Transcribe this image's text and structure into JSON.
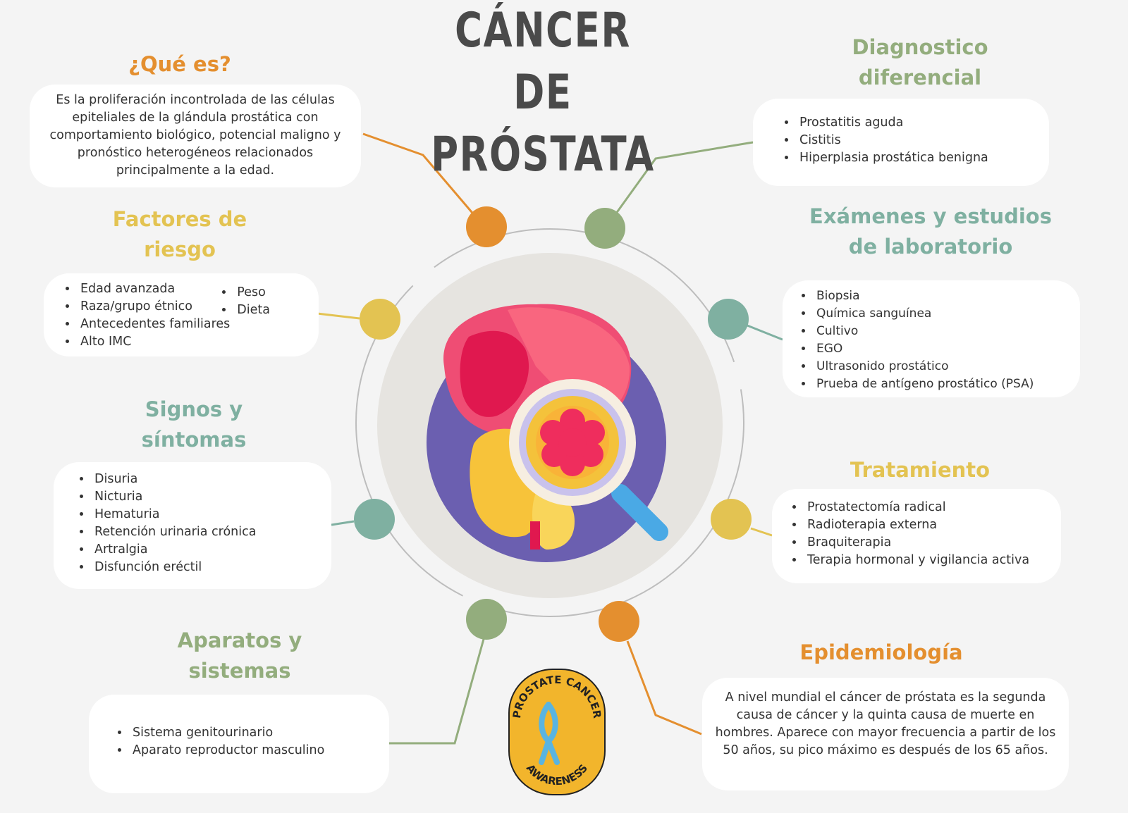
{
  "title_lines": [
    "CÁNCER",
    "DE",
    "PRÓSTATA"
  ],
  "sections": {
    "que_es": {
      "title": "¿Qué es?",
      "text": "Es la proliferación incontrolada de las células epiteliales de la glándula prostática con comportamiento biológico, potencial maligno y pronóstico heterogéneos relacionados principalmente a la edad."
    },
    "factores": {
      "title_lines": [
        "Factores de",
        "riesgo"
      ],
      "items_left": [
        "Edad avanzada",
        "Raza/grupo étnico",
        "Antecedentes familiares",
        "Alto IMC"
      ],
      "items_right": [
        "Peso",
        "Dieta"
      ]
    },
    "signos": {
      "title_lines": [
        "Signos y",
        "síntomas"
      ],
      "items": [
        "Disuria",
        "Nicturia",
        "Hematuria",
        "Retención urinaria crónica",
        "Artralgia",
        "Disfunción eréctil"
      ]
    },
    "aparatos": {
      "title_lines": [
        "Aparatos y",
        "sistemas"
      ],
      "items": [
        "Sistema genitourinario",
        "Aparato reproductor masculino"
      ]
    },
    "diagnostico": {
      "title_lines": [
        "Diagnostico",
        "diferencial"
      ],
      "items": [
        "Prostatitis aguda",
        "Cistitis",
        "Hiperplasia prostática benigna"
      ]
    },
    "examenes": {
      "title_lines": [
        "Exámenes y estudios",
        "de laboratorio"
      ],
      "items": [
        "Biopsia",
        "Química sanguínea",
        "Cultivo",
        "EGO",
        "Ultrasonido prostático",
        "Prueba de antígeno prostático (PSA)"
      ]
    },
    "tratamiento": {
      "title": "Tratamiento",
      "items": [
        "Prostatectomía radical",
        "Radioterapia externa",
        "Braquiterapia",
        "Terapia hormonal y vigilancia activa"
      ]
    },
    "epidemiologia": {
      "title": "Epidemiología",
      "text": "A nivel mundial el cáncer de próstata es la segunda causa de cáncer y la quinta causa de muerte en hombres.  Aparece con mayor frecuencia a partir de los 50 años, su pico máximo es después de los 65 años."
    }
  },
  "badge": {
    "top": "PROSTATE CANCER",
    "bottom": "AWARENESS"
  },
  "colors": {
    "orange": "#e48f2f",
    "yellow": "#e3c352",
    "teal": "#7fb0a1",
    "green": "#93ad7d",
    "ribbon": "#5ab4e0",
    "badge": "#f2b52c"
  }
}
